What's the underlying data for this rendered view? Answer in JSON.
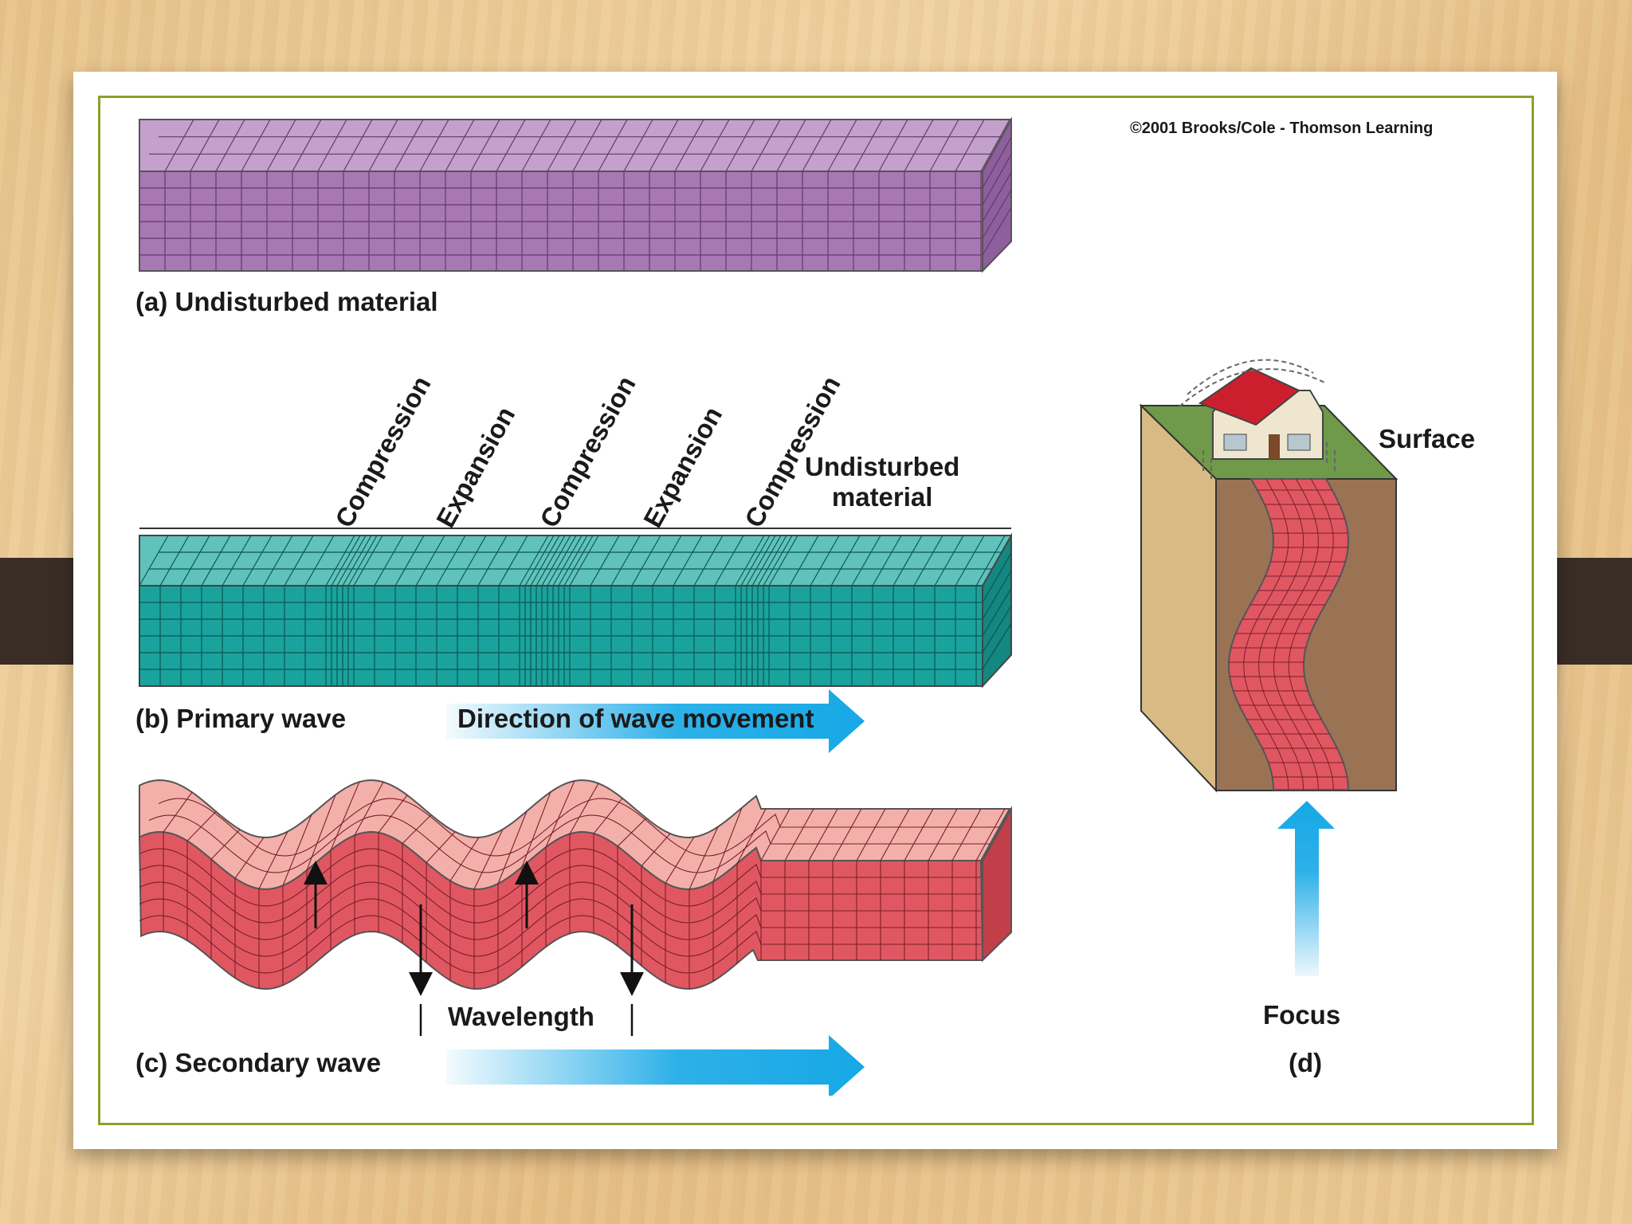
{
  "copyright": "©2001 Brooks/Cole - Thomson Learning",
  "panels": {
    "a": {
      "caption": "(a) Undisturbed material"
    },
    "b": {
      "caption": "(b) Primary wave",
      "arrow_label": "Direction of wave movement",
      "zone_labels": [
        "Compression",
        "Expansion",
        "Compression",
        "Expansion",
        "Compression"
      ],
      "undisturbed_label": "Undisturbed\nmaterial"
    },
    "c": {
      "caption": "(c) Secondary wave",
      "wavelength_label": "Wavelength"
    },
    "d": {
      "caption": "(d)",
      "surface_label": "Surface",
      "focus_label": "Focus"
    }
  },
  "colors": {
    "purple_block": "#a878b4",
    "teal_block": "#1aa39c",
    "red_block": "#e05762",
    "pink_top": "#f3b0aa",
    "arrow_blue": "#16a8e6",
    "frame_green": "#8aa12b"
  }
}
